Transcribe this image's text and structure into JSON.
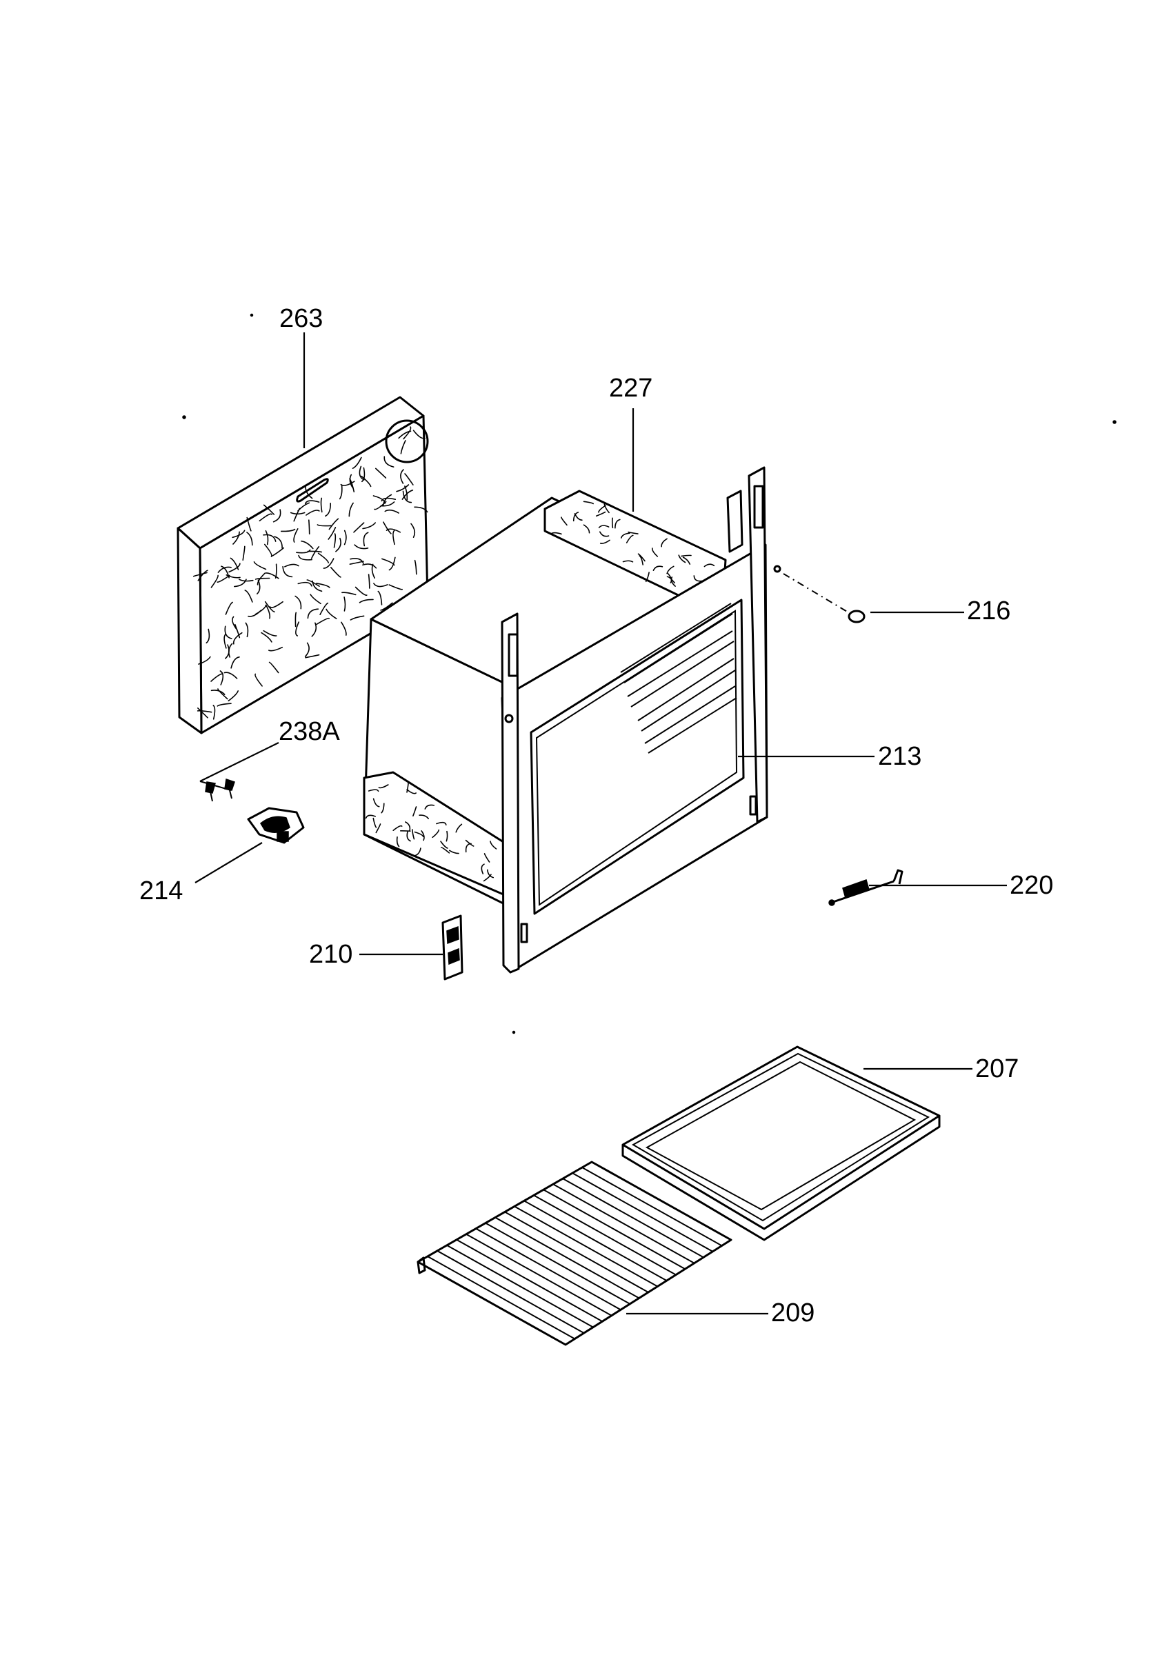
{
  "parts": [
    {
      "id": "p263",
      "label": "263"
    },
    {
      "id": "p227",
      "label": "227"
    },
    {
      "id": "p216",
      "label": "216"
    },
    {
      "id": "p213",
      "label": "213"
    },
    {
      "id": "p238a",
      "label": "238A"
    },
    {
      "id": "p214",
      "label": "214"
    },
    {
      "id": "p220",
      "label": "220"
    },
    {
      "id": "p210",
      "label": "210"
    },
    {
      "id": "p207",
      "label": "207"
    },
    {
      "id": "p209",
      "label": "209"
    }
  ]
}
